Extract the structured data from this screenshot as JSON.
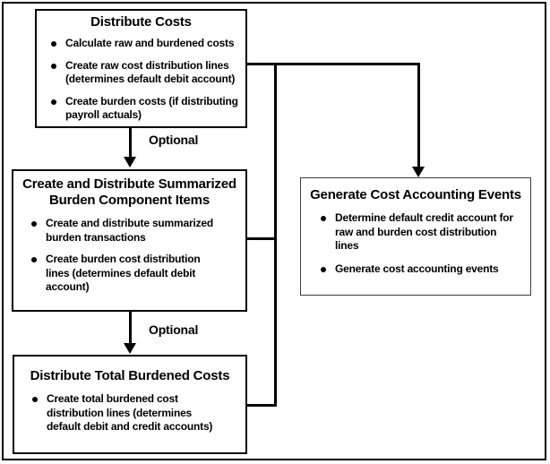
{
  "diagram": {
    "type": "flowchart",
    "background_color": "#ffffff",
    "line_color": "#000000",
    "boxes": [
      {
        "title": "Distribute Costs",
        "bullets": [
          "Calculate raw and burdened costs",
          "Create raw cost distribution lines\n(determines default debit account)",
          "Create burden costs (if distributing\npayroll actuals)"
        ]
      },
      {
        "title": "Create and Distribute Summarized\nBurden Component Items",
        "bullets": [
          "Create and distribute summarized\nburden transactions",
          "Create burden cost distribution\nlines (determines default debit\naccount)"
        ]
      },
      {
        "title": "Distribute Total Burdened Costs",
        "bullets": [
          "Create total burdened cost\ndistribution lines (determines\ndefault debit and credit accounts)"
        ]
      },
      {
        "title": "Generate Cost Accounting Events",
        "bullets": [
          "Determine default credit account for\nraw and burden cost distribution\nlines",
          "Generate cost accounting events"
        ]
      }
    ],
    "labels": {
      "optional_1": "Optional",
      "optional_2": "Optional"
    }
  }
}
